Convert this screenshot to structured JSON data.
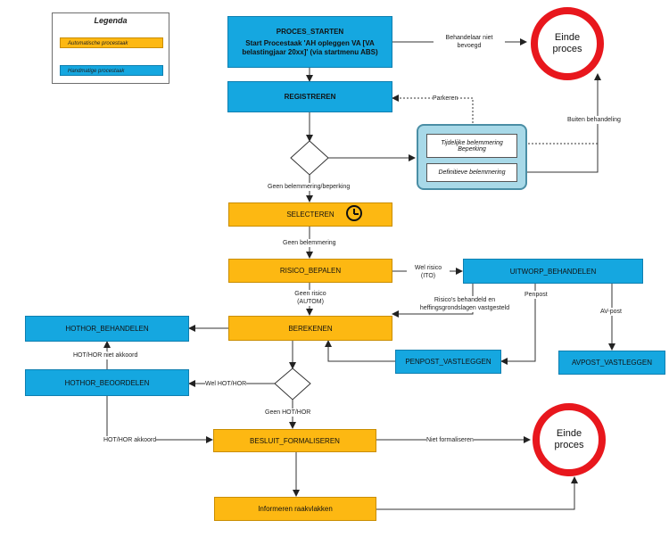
{
  "legend": {
    "title": "Legenda",
    "automatic": "Automatische procestaak",
    "manual": "Handmatige procestaak"
  },
  "colors": {
    "automatic": "#fdb812",
    "manual": "#15a7e0",
    "end": "#e8171d",
    "group": "#a8d9e8"
  },
  "nodes": {
    "proces_starten_title": "PROCES_STARTEN",
    "proces_starten_body": "Start Procestaak 'AH opleggen VA [VA belastingjaar 20xx]' (via startmenu ABS)",
    "registreren": "REGISTREREN",
    "tijdelijke": "Tijdelijke belemmering Beperking",
    "definitieve": "Definitieve belemmering",
    "selecteren": "SELECTEREN",
    "risico_bepalen": "RISICO_BEPALEN",
    "uitworp_behandelen": "UITWORP_BEHANDELEN",
    "berekenen": "BEREKENEN",
    "hothor_behandelen": "HOTHOR_BEHANDELEN",
    "hothor_beoordelen": "HOTHOR_BEOORDELEN",
    "penpost_vastleggen": "PENPOST_VASTLEGGEN",
    "avpost_vastleggen": "AVPOST_VASTLEGGEN",
    "besluit_formaliseren": "BESLUIT_FORMALISEREN",
    "informeren": "Informeren raakvlakken",
    "einde_1": "Einde proces",
    "einde_2": "Einde proces"
  },
  "labels": {
    "behandelaar": "Behandelaar niet bevoegd",
    "parkeren": "Parkeren",
    "buiten_behandeling": "Buiten behandeling",
    "geen_belemmering_beperking": "Geen belemmering/beperking",
    "geen_belemmering": "Geen belemmering",
    "wel_risico": "Wel risico (ITO)",
    "geen_risico": "Geen risico (AUTOM)",
    "risicos_behandeld": "Risico's behandeld en heffingsgrondslagen vastgesteld",
    "penpost": "Penpost",
    "av_post": "AV-post",
    "hot_hor_niet_akkoord": "HOT/HOR niet akkoord",
    "wel_hot_hor": "Wel HOT/HOR",
    "geen_hot_hor": "Geen HOT/HOR",
    "hot_hor_akkoord": "HOT/HOR akkoord",
    "niet_formaliseren": "Niet formaliseren"
  }
}
